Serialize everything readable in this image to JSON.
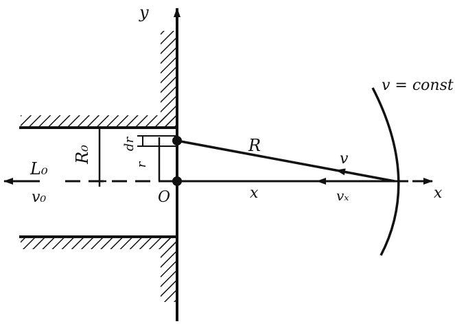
{
  "diagram": {
    "labels": {
      "y_axis": "y",
      "x_axis": "x",
      "origin": "O",
      "r0": "R₀",
      "l0": "L₀",
      "v0": "v₀",
      "dr": "dr",
      "r": "r",
      "radius": "R",
      "velocity": "v",
      "x_distance": "x",
      "v_x": "vₓ",
      "isoline": "v = const"
    }
  }
}
